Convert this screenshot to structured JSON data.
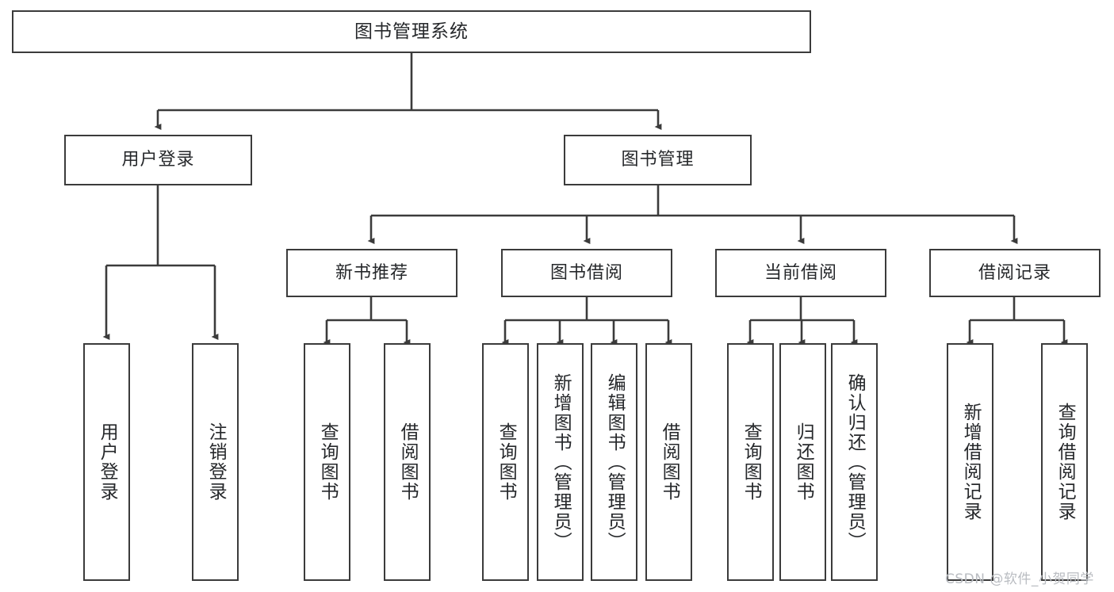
{
  "diagram": {
    "title": "图书管理系统",
    "type": "tree-structure-chart",
    "root": {
      "label": "图书管理系统"
    },
    "level2": [
      {
        "label": "用户登录"
      },
      {
        "label": "图书管理"
      }
    ],
    "level3": [
      {
        "label": "新书推荐"
      },
      {
        "label": "图书借阅"
      },
      {
        "label": "当前借阅"
      },
      {
        "label": "借阅记录"
      }
    ],
    "leaves": {
      "user_login": [
        {
          "label": "用户登录"
        },
        {
          "label": "注销登录"
        }
      ],
      "new_book_recommend": [
        {
          "label": "查询图书"
        },
        {
          "label": "借阅图书"
        }
      ],
      "book_borrow": [
        {
          "label": "查询图书"
        },
        {
          "label": "新增图书（管理员）"
        },
        {
          "label": "编辑图书（管理员）"
        },
        {
          "label": "借阅图书"
        }
      ],
      "current_borrow": [
        {
          "label": "查询图书"
        },
        {
          "label": "归还图书"
        },
        {
          "label": "确认归还（管理员）"
        }
      ],
      "borrow_record": [
        {
          "label": "新增借阅记录"
        },
        {
          "label": "查询借阅记录"
        }
      ]
    }
  },
  "watermark": {
    "text": "CSDN @软件_小贺同学"
  },
  "colors": {
    "stroke": "#3b3b3b",
    "text": "#26282b",
    "background": "#ffffff",
    "watermark": "#b9bcc1"
  }
}
